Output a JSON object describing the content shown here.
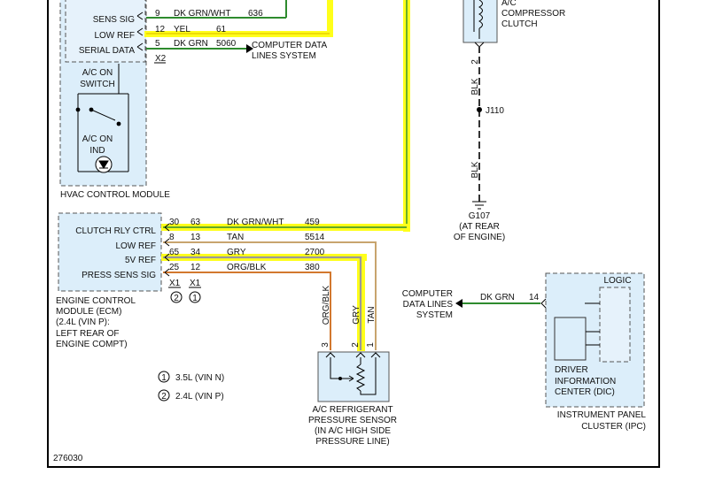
{
  "colors": {
    "border": "#000000",
    "box_fill": "#dceefa",
    "box_dash": "#555555",
    "highlight": "#ffff1a",
    "wire_dkgrn": "#2e8b2e",
    "wire_tan": "#c8a46e",
    "wire_gry": "#9a9a9a",
    "wire_orgblk": "#d2782e",
    "wire_blk": "#333333"
  },
  "hvac": {
    "pin_sens_sig": "SENS SIG",
    "pin_low_ref": "LOW REF",
    "pin_serial_data": "SERIAL DATA",
    "ac_on_switch": [
      "A/C ON",
      "SWITCH"
    ],
    "ac_on_ind": [
      "A/C ON",
      "IND"
    ],
    "title": "HVAC CONTROL MODULE",
    "connector": "X2",
    "wire_rows": [
      {
        "pin": "9",
        "color": "DK GRN/WHT",
        "circuit": "636"
      },
      {
        "pin": "12",
        "color": "YEL",
        "circuit": "61"
      },
      {
        "pin": "5",
        "color": "DK GRN",
        "circuit": "5060"
      }
    ],
    "data_dest": [
      "COMPUTER DATA",
      "LINES SYSTEM"
    ]
  },
  "compressor": {
    "label": [
      "A/C",
      "COMPRESSOR",
      "CLUTCH"
    ],
    "pin": "2",
    "wire_color": "BLK",
    "splice": "J110",
    "wire_color2": "BLK",
    "ground": "G107",
    "ground_loc": [
      "(AT REAR",
      "OF ENGINE)"
    ]
  },
  "ecm": {
    "pins": [
      "CLUTCH RLY CTRL",
      "LOW REF",
      "5V REF",
      "PRESS SENS SIG"
    ],
    "connectors": [
      "X1",
      "X1"
    ],
    "variant_marks": [
      "2",
      "1"
    ],
    "title": [
      "ENGINE CONTROL",
      "MODULE (ECM)",
      "(2.4L (VIN P):",
      "LEFT REAR OF",
      "ENGINE COMPT)"
    ],
    "wire_rows": [
      {
        "pin_a": "30",
        "pin_b": "63",
        "color": "DK GRN/WHT",
        "circuit": "459"
      },
      {
        "pin_a": "8",
        "pin_b": "13",
        "color": "TAN",
        "circuit": "5514"
      },
      {
        "pin_a": "65",
        "pin_b": "34",
        "color": "GRY",
        "circuit": "2700"
      },
      {
        "pin_a": "25",
        "pin_b": "12",
        "color": "ORG/BLK",
        "circuit": "380"
      }
    ]
  },
  "legend": [
    {
      "mark": "1",
      "text": "3.5L (VIN N)"
    },
    {
      "mark": "2",
      "text": "2.4L (VIN P)"
    }
  ],
  "sensor": {
    "wire_labels": [
      "ORG/BLK",
      "GRY",
      "TAN"
    ],
    "pins": [
      "3",
      "2",
      "1"
    ],
    "label": [
      "A/C REFRIGERANT",
      "PRESSURE SENSOR",
      "(IN A/C HIGH SIDE",
      "PRESSURE LINE)"
    ]
  },
  "ipc": {
    "logic": "LOGIC",
    "dic": [
      "DRIVER",
      "INFORMATION",
      "CENTER (DIC)"
    ],
    "title": [
      "INSTRUMENT PANEL",
      "CLUSTER (IPC)"
    ],
    "pin": "14",
    "wire_color": "DK GRN",
    "data_dest": [
      "COMPUTER",
      "DATA LINES",
      "SYSTEM"
    ]
  },
  "figure_id": "276030"
}
